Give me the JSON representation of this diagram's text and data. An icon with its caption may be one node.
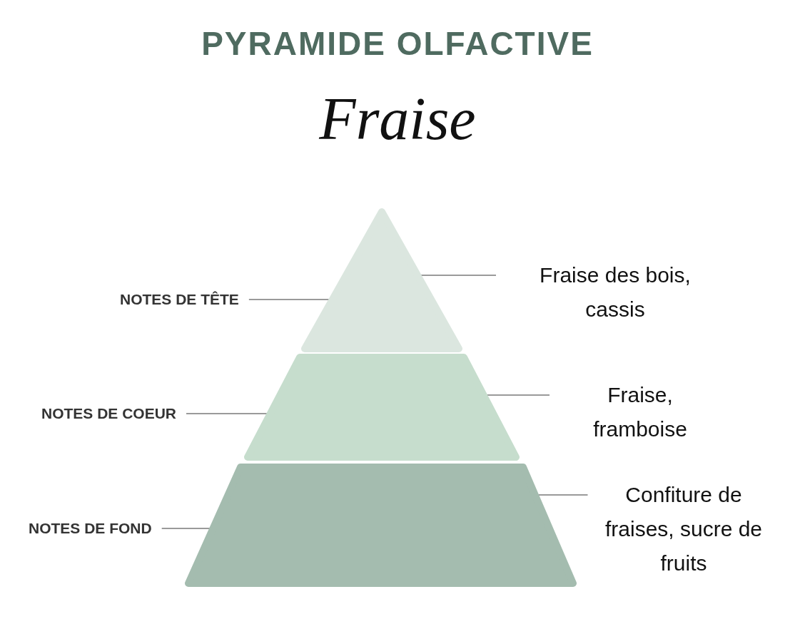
{
  "diagram": {
    "title": "PYRAMIDE OLFACTIVE",
    "nodes": [
      {
        "text": [],
        "shape": "triangle"
      },
      {
        "text": [],
        "shape": "trapezoid"
      },
      {
        "text": [],
        "shape": "trapezoid"
      },
      {
        "text": [
          "NOTES DE TÊTE"
        ]
      },
      {
        "text": [
          "Fraise des bois, cassis"
        ]
      },
      {
        "text": [
          "NOTES DE COEUR"
        ]
      },
      {
        "text": [
          "Fraise, framboise"
        ]
      },
      {
        "text": [
          "NOTES DE FOND"
        ]
      },
      {
        "text": [
          "Confiture de fraises, sucre de fruits"
        ]
      }
    ],
    "edges": [
      {
        "from": 3,
        "to": 0,
        "arrow": "none"
      },
      {
        "from": 4,
        "to": 0,
        "arrow": "none"
      },
      {
        "from": 5,
        "to": 1,
        "arrow": "none"
      },
      {
        "from": 6,
        "to": 1,
        "arrow": "none"
      },
      {
        "from": 7,
        "to": 2,
        "arrow": "none"
      },
      {
        "from": 8,
        "to": 2,
        "arrow": "none"
      }
    ],
    "labels": [
      "Fraise"
    ]
  }
}
